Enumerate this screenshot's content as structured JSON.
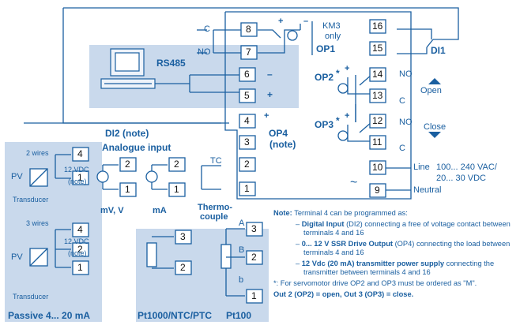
{
  "instrument_terminals": [
    "1",
    "2",
    "3",
    "4",
    "5",
    "6",
    "7",
    "8",
    "9",
    "10",
    "11",
    "12",
    "13",
    "14",
    "15",
    "16"
  ],
  "labels": {
    "c_top": "C",
    "no_top": "NO",
    "km3": "KM3",
    "only": "only",
    "op1": "OP1",
    "di1": "DI1",
    "rs485": "RS485",
    "plus": "+",
    "minus": "–",
    "op2_star": "OP2",
    "star": "*",
    "op3_star": "OP3",
    "no": "NO",
    "c": "C",
    "open": "Open",
    "close": "Close",
    "di2": "DI2 (note)",
    "op4": "OP4",
    "op4_note": "(note)",
    "analogue_input": "Analogue input",
    "tc": "TC",
    "mv_v": "mV, V",
    "ma": "mA",
    "thermo": "Thermo-",
    "couple": "couple",
    "line": "Line",
    "line_range": "100... 240 VAC/",
    "line_range2": "20... 30 VDC",
    "neutral": "Neutral",
    "tilde": "~",
    "two_wires": "2 wires",
    "three_wires": "3 wires",
    "vdc12": "12 VDC",
    "note": "(note)",
    "pv": "PV",
    "transducer": "Transducer",
    "passive": "Passive 4... 20 mA",
    "pt1000": "Pt1000/NTC/PTC",
    "pt100": "Pt100",
    "a": "A",
    "b_upper": "B",
    "b_lower": "b"
  },
  "notes": {
    "heading": "Note:",
    "intro": "Terminal 4 can be programmed as:",
    "item1_bold": "Digital Input",
    "item1_rest": "(DI2) connecting a free of voltage contact between terminals 4 and 16",
    "item2_bold": "0... 12 V SSR Drive Output",
    "item2_rest": "(OP4) connecting the load between terminals 4 and 16",
    "item3_bold": "12 Vdc (20 mA) transmitter power supply",
    "item3_rest": "connecting the transmitter between terminals 4 and 16",
    "star_line": "*: For servomotor drive OP2 and OP3 must be ordered as \"M\".",
    "out_line": "Out 2 (OP2) = open, Out 3 (OP3) = close."
  },
  "colors": {
    "line": "#1a5fa0",
    "panel": "#c9d9ec",
    "panel2": "#d6e2f0"
  }
}
